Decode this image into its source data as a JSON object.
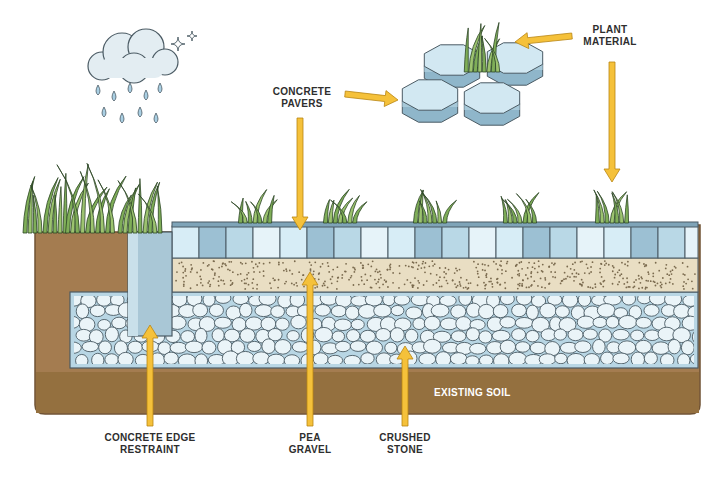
{
  "diagram": {
    "nodes": [
      {
        "text": [
          "EXISTING SOIL"
        ]
      }
    ],
    "labels": [
      "CONCRETE PAVERS",
      "PLANT MATERIAL",
      "CONCRETE EDGE RESTRAINT",
      "PEA GRAVEL",
      "CRUSHED STONE"
    ]
  }
}
